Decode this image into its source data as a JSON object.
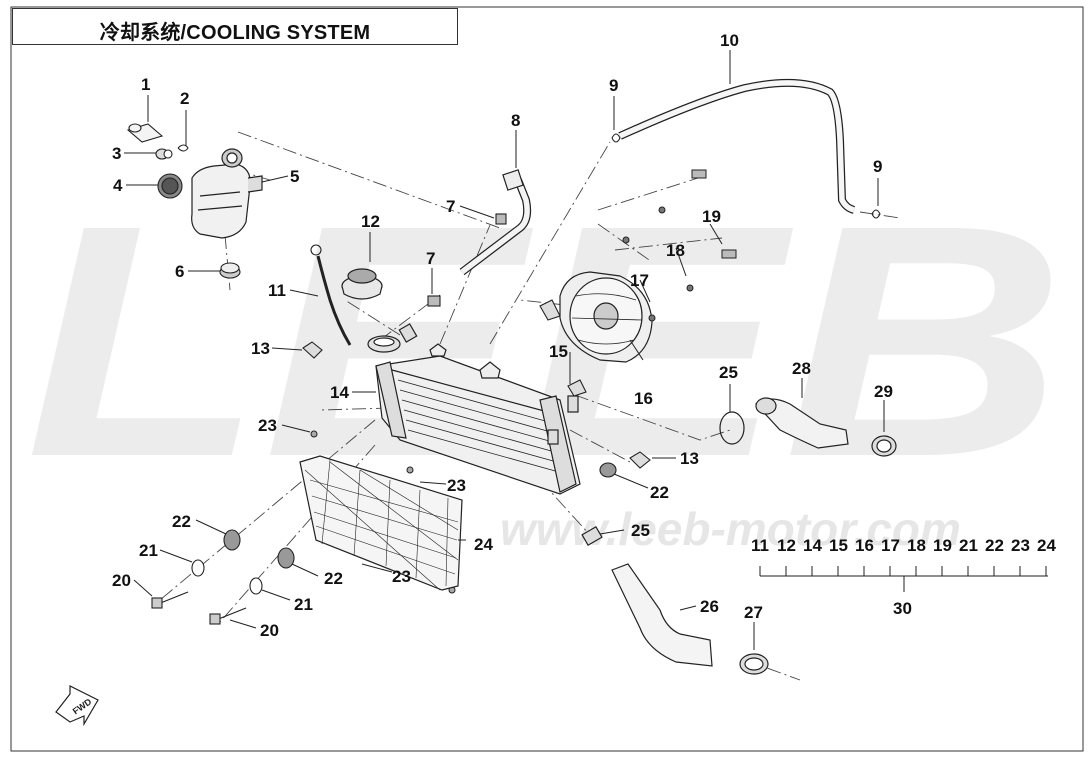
{
  "title": "冷却系统/COOLING SYSTEM",
  "watermark": {
    "logo_text": "LEEB",
    "url_text": "www.leeb-motor.com"
  },
  "fwd_label": "FWD",
  "callouts": {
    "c1": "1",
    "c2": "2",
    "c3": "3",
    "c4": "4",
    "c5": "5",
    "c6": "6",
    "c7a": "7",
    "c7b": "7",
    "c8": "8",
    "c9a": "9",
    "c9b": "9",
    "c10": "10",
    "c11": "11",
    "c12": "12",
    "c13a": "13",
    "c13b": "13",
    "c14": "14",
    "c15": "15",
    "c16": "16",
    "c17": "17",
    "c18": "18",
    "c19": "19",
    "c20a": "20",
    "c20b": "20",
    "c21a": "21",
    "c21b": "21",
    "c22a": "22",
    "c22b": "22",
    "c22c": "22",
    "c23a": "23",
    "c23b": "23",
    "c23c": "23",
    "c24": "24",
    "c25a": "25",
    "c25b": "25",
    "c26": "26",
    "c27": "27",
    "c28": "28",
    "c29": "29",
    "c30": "30"
  },
  "kit": {
    "label": "30",
    "items": [
      "11",
      "12",
      "14",
      "15",
      "16",
      "17",
      "18",
      "19",
      "21",
      "22",
      "23",
      "24"
    ]
  },
  "colors": {
    "line": "#222222",
    "watermark": "#e9e9e9",
    "part_fill": "#f4f4f4"
  }
}
